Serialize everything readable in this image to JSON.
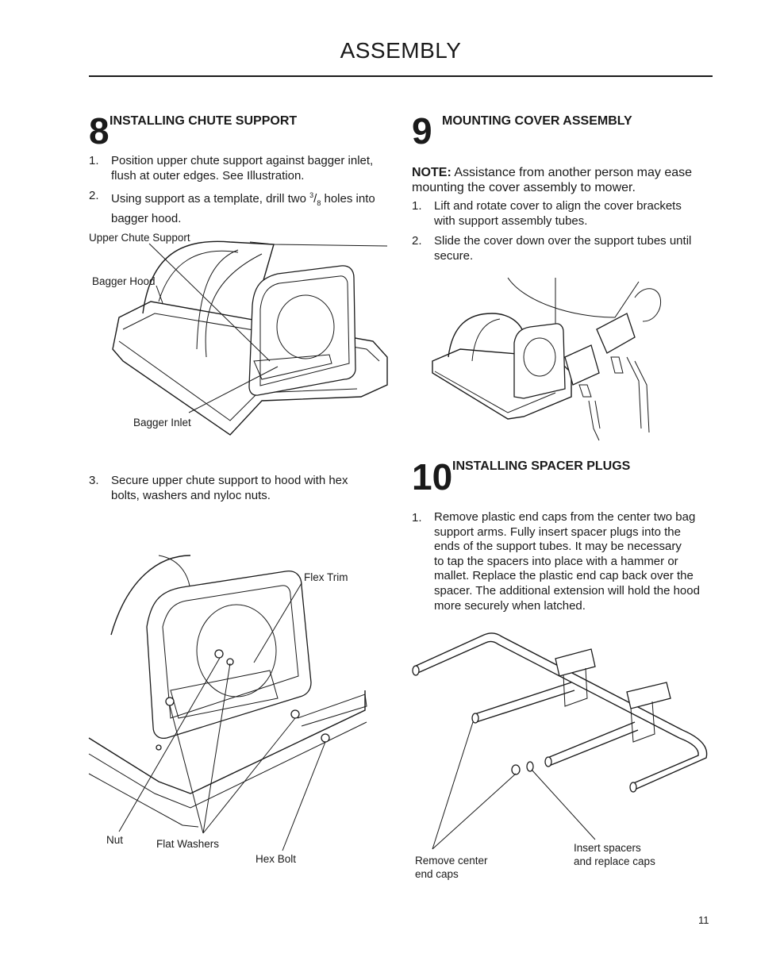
{
  "header": {
    "title": "ASSEMBLY"
  },
  "step8": {
    "number": "8",
    "title": "INSTALLING CHUTE SUPPORT",
    "items": [
      {
        "n": "1.",
        "lines": [
          "Position upper chute support against bagger inlet,",
          "flush at outer edges. See Illustration."
        ]
      },
      {
        "n": "2.",
        "line1_pre": "Using support as a template, drill two ",
        "frac_num": "3",
        "frac_sep": "/",
        "frac_den": "8",
        "line1_post": " holes into",
        "line2": "bagger hood."
      },
      {
        "n": "3.",
        "lines": [
          "Secure upper chute support to hood with hex",
          "bolts, washers and nyloc nuts."
        ]
      }
    ],
    "fig1_labels": {
      "upper_chute": "Upper Chute Support",
      "bagger_hood": "Bagger Hood",
      "bagger_inlet": "Bagger Inlet"
    },
    "fig2_labels": {
      "flex_trim": "Flex Trim",
      "nut": "Nut",
      "flat_washers": "Flat Washers",
      "hex_bolt": "Hex Bolt"
    }
  },
  "step9": {
    "number": "9",
    "title": "MOUNTING COVER ASSEMBLY",
    "note_label": "NOTE:",
    "note_line1": " Assistance from another person may ease",
    "note_line2": "mounting the cover assembly to mower.",
    "items": [
      {
        "n": "1.",
        "lines": [
          "Lift and rotate cover to align the cover brackets",
          "with support assembly tubes."
        ]
      },
      {
        "n": "2.",
        "lines": [
          "Slide the cover down over the support tubes until",
          "secure."
        ]
      }
    ]
  },
  "step10": {
    "number": "10",
    "title": "INSTALLING SPACER PLUGS",
    "items": [
      {
        "n": "1.",
        "lines": [
          "Remove plastic end caps from the center two bag",
          "support arms. Fully insert spacer plugs into the",
          "ends of the support tubes. It may be necessary",
          "to tap the spacers into place with a hammer or",
          "mallet. Replace the plastic end cap back over the",
          "spacer. The additional extension will hold the hood",
          "more securely when latched."
        ]
      }
    ],
    "fig_labels": {
      "remove_1": "Remove center",
      "remove_2": "end caps",
      "insert_1": "Insert spacers",
      "insert_2": "and replace caps"
    }
  },
  "footer": {
    "page_number": "11"
  }
}
